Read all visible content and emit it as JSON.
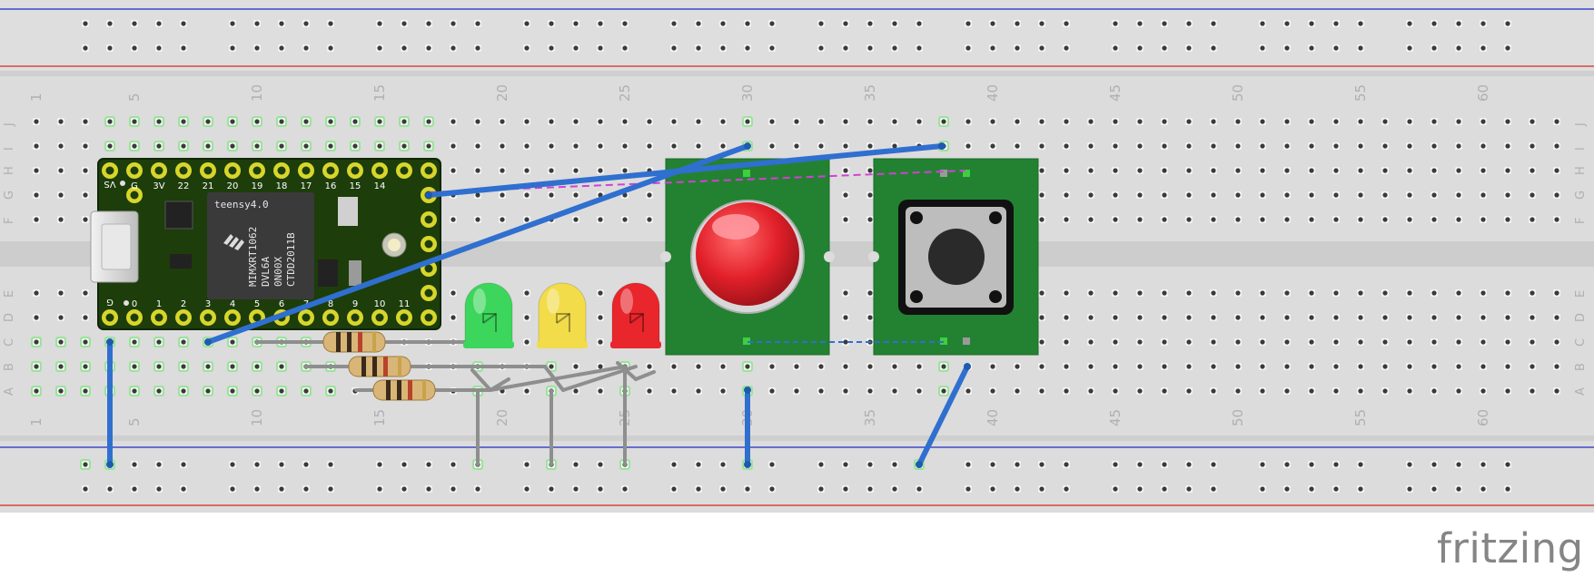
{
  "app": {
    "logo_text": "fritzing"
  },
  "breadboard": {
    "column_labels": [
      "1",
      "5",
      "10",
      "15",
      "20",
      "25",
      "30",
      "35",
      "40",
      "45",
      "50",
      "55",
      "60"
    ],
    "row_labels_top": [
      "J",
      "I",
      "H",
      "G",
      "F"
    ],
    "row_labels_bottom": [
      "E",
      "D",
      "C",
      "B",
      "A"
    ],
    "rail_colors": {
      "negative": "#1f2bc4",
      "positive": "#d62a1d"
    }
  },
  "teensy": {
    "name": "teensy4.0",
    "chip_lines": [
      "MIMXRT1062",
      "DVL6A",
      "0N00X",
      "CTDD2011B"
    ],
    "top_pins": [
      "VS",
      "G",
      "3V",
      "22",
      "21",
      "20",
      "19",
      "18",
      "17",
      "16",
      "15",
      "14"
    ],
    "bottom_pins": [
      "G",
      "0",
      "1",
      "2",
      "3",
      "4",
      "5",
      "6",
      "7",
      "8",
      "9",
      "10",
      "11"
    ]
  },
  "components": {
    "leds": [
      {
        "name": "green-led",
        "color": "#3dd65c"
      },
      {
        "name": "yellow-led",
        "color": "#f2dc4a"
      },
      {
        "name": "red-led",
        "color": "#e8262b"
      }
    ],
    "resistor_count": 3,
    "arcade_button_color": "#e2202a",
    "tactile_switch_color": "#2a2a2a"
  },
  "wire_colors": {
    "jumper": "#2f6fcf",
    "ground": "#8e8e8e",
    "ratsnest_magenta": "#d43fd6",
    "ratsnest_blue": "#2f6fcf"
  }
}
